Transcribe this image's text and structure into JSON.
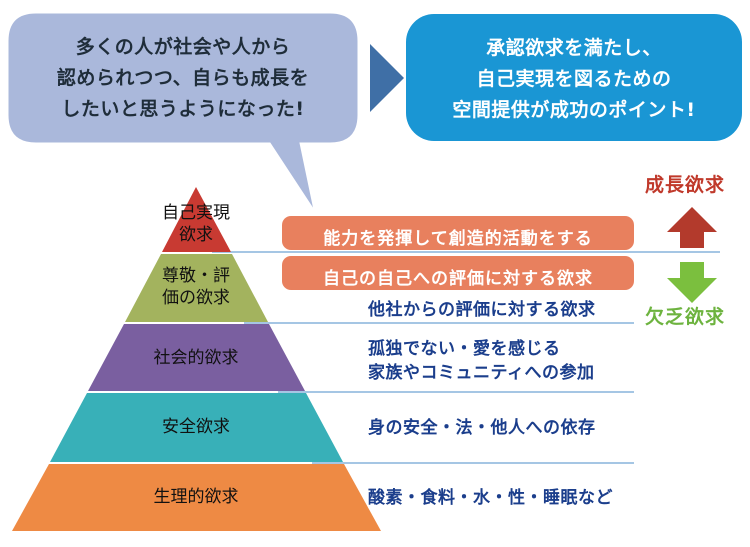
{
  "speech_left": {
    "lines": [
      "多くの人が社会や人から",
      "認められつつ、自らも成長を",
      "したいと思うようになった!"
    ]
  },
  "speech_right": {
    "lines": [
      "承認欲求を満たし、",
      "自己実現を図るための",
      "空間提供が成功のポイント!"
    ]
  },
  "pyramid": {
    "layers": [
      {
        "lines": [
          "自己実現",
          "欲求"
        ],
        "color": "#c83a32"
      },
      {
        "lines": [
          "尊敬・評",
          "価の欲求"
        ],
        "color": "#a3b35e"
      },
      {
        "lines": [
          "社会的欲求"
        ],
        "color": "#7a5fa0"
      },
      {
        "lines": [
          "安全欲求"
        ],
        "color": "#38b0b8"
      },
      {
        "lines": [
          "生理的欲求"
        ],
        "color": "#ee8a44"
      }
    ]
  },
  "highlights": [
    "能力を発揮して創造的活動をする",
    "自己の自己への評価に対する欲求"
  ],
  "descriptions": {
    "others_eval": "他社からの評価に対する欲求",
    "social": [
      "孤独でない・愛を感じる",
      "家族やコミュニティへの参加"
    ],
    "safety": "身の安全・法・他人への依存",
    "physiological": "酸素・食料・水・性・睡眠など"
  },
  "growth_label": "成長欲求",
  "deficit_label": "欠乏欲求",
  "colors": {
    "bubble_left": "#aab8db",
    "bubble_right": "#1a96d4",
    "pill": "#e8805e",
    "desc_text": "#1b3e8c",
    "growth_arrow": "#b33a2c",
    "deficit_arrow": "#7bbf3e",
    "growth_text": "#c0392b",
    "deficit_text": "#6db33f",
    "chevron": "#3f6fa6",
    "divider": "#4b8ec9"
  }
}
